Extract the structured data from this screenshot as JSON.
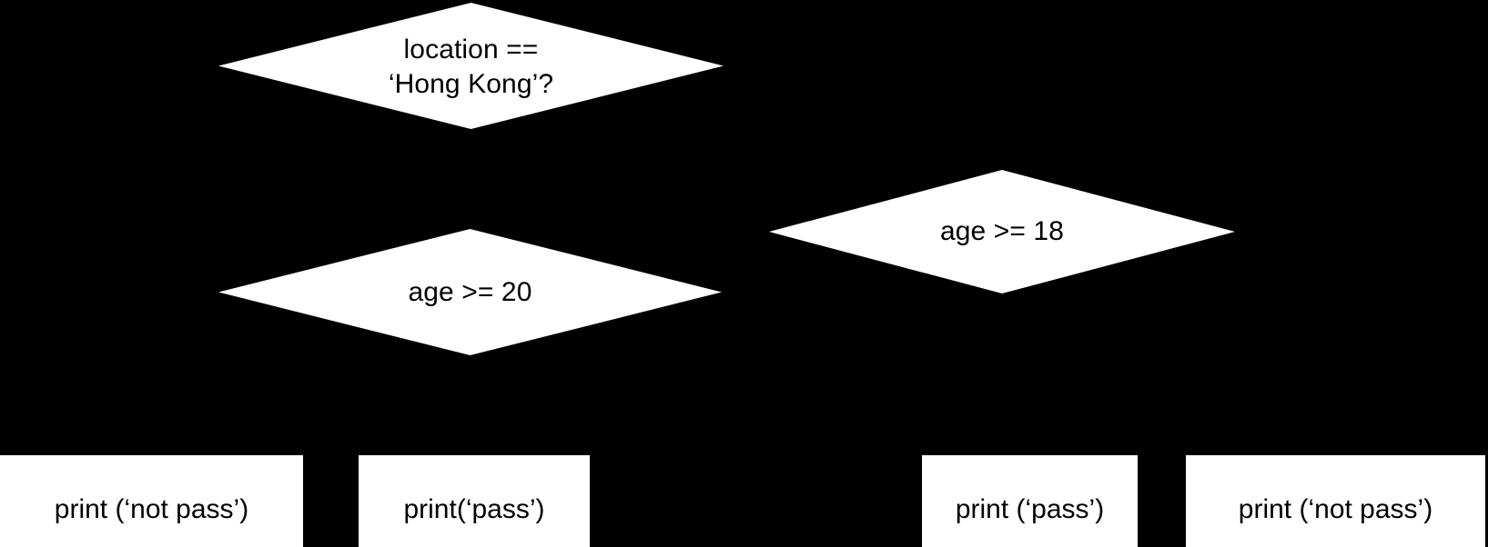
{
  "diagram": {
    "type": "flowchart",
    "title": "",
    "background_color": "#000000",
    "shape_fill_color": "#ffffff",
    "text_color": "#000000",
    "decisions": [
      {
        "id": "location-check",
        "label": "location ==\n‘Hong Kong’?",
        "shape": "diamond"
      },
      {
        "id": "age-20-check",
        "label": "age >= 20",
        "shape": "diamond"
      },
      {
        "id": "age-18-check",
        "label": "age >= 18",
        "shape": "diamond"
      }
    ],
    "processes": [
      {
        "id": "not-pass-left",
        "label": "print (‘not pass’)",
        "shape": "rectangle"
      },
      {
        "id": "pass-left",
        "label": "print(‘pass’)",
        "shape": "rectangle"
      },
      {
        "id": "pass-right",
        "label": "print (‘pass’)",
        "shape": "rectangle"
      },
      {
        "id": "not-pass-right",
        "label": "print (‘not pass’)",
        "shape": "rectangle"
      }
    ]
  }
}
